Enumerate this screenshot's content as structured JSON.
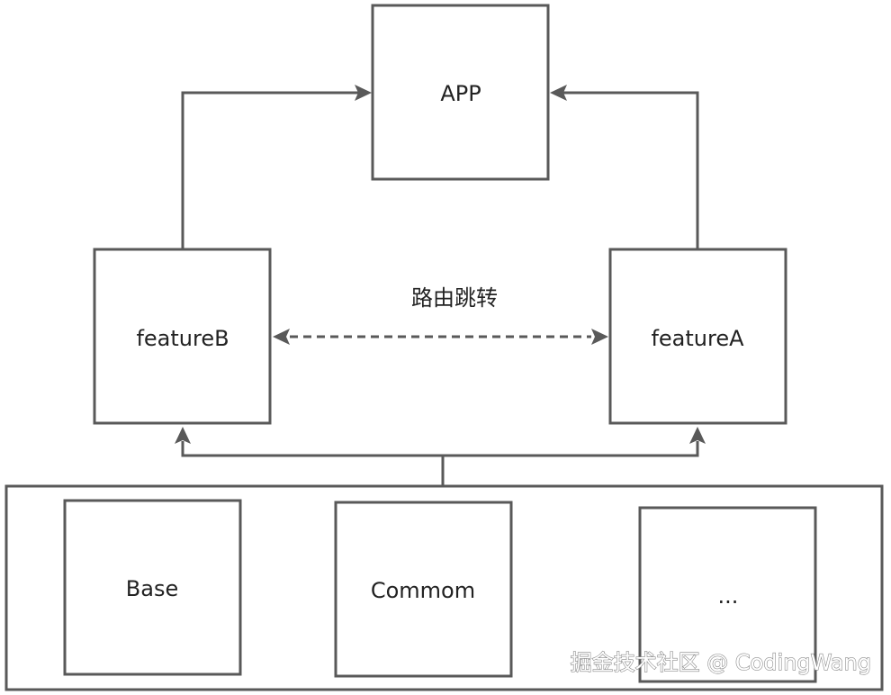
{
  "nodes": {
    "app": "APP",
    "feature_b": "featureB",
    "feature_a": "featureA",
    "base": "Base",
    "common": "Commom",
    "more": "..."
  },
  "edges": {
    "route_label": "路由跳转"
  },
  "watermark": "掘金技术社区 @ CodingWang"
}
